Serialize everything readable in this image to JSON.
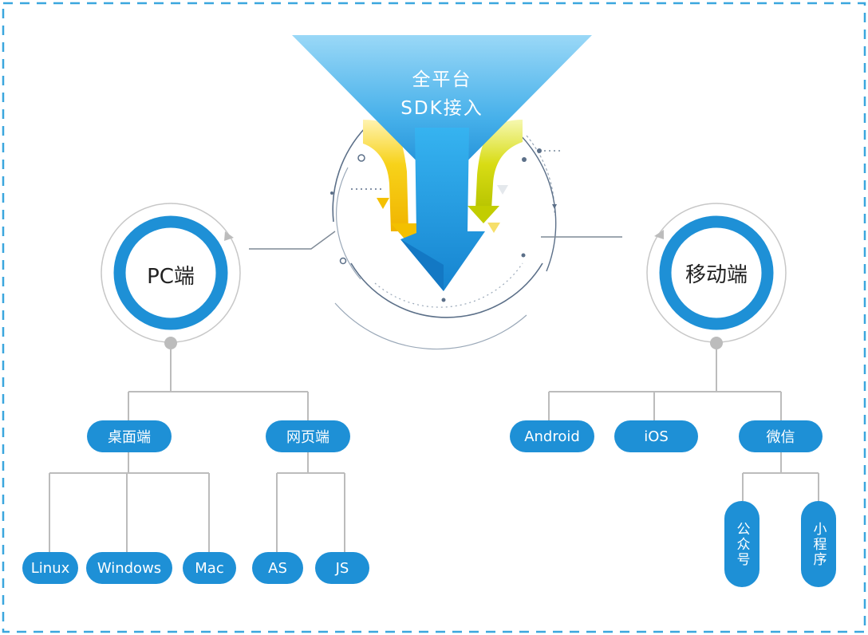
{
  "funnel": {
    "line1": "全平台",
    "line2": "SDK接入"
  },
  "hubs": {
    "pc": "PC端",
    "mobile": "移动端"
  },
  "pc": {
    "desktop": {
      "label": "桌面端",
      "children": [
        "Linux",
        "Windows",
        "Mac"
      ]
    },
    "web": {
      "label": "网页端",
      "children": [
        "AS",
        "JS"
      ]
    }
  },
  "mobile": {
    "android": "Android",
    "ios": "iOS",
    "wechat": {
      "label": "微信",
      "children": [
        "公众号",
        "小程序"
      ]
    }
  },
  "colors": {
    "primary_blue": "#1e90d6",
    "funnel_top": "#8fd3f5",
    "funnel_bottom": "#1a8ad4",
    "arrow_yellow": "#f5c400",
    "arrow_green": "#c8d400",
    "border_dash": "#3aa6de",
    "connector": "#bcbcbc"
  }
}
